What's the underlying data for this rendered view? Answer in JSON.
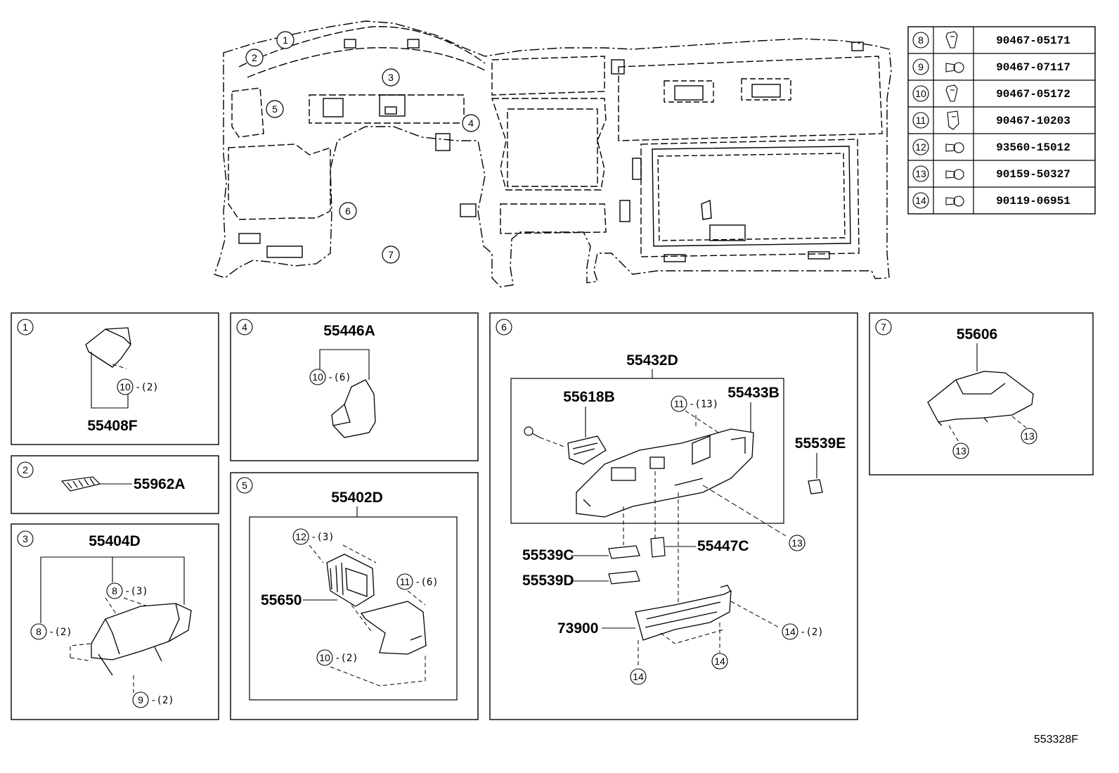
{
  "figure_id": "553328F",
  "fastener_table": [
    {
      "ref": "8",
      "part": "90467-05171"
    },
    {
      "ref": "9",
      "part": "90467-07117"
    },
    {
      "ref": "10",
      "part": "90467-05172"
    },
    {
      "ref": "11",
      "part": "90467-10203"
    },
    {
      "ref": "12",
      "part": "93560-15012"
    },
    {
      "ref": "13",
      "part": "90159-50327"
    },
    {
      "ref": "14",
      "part": "90119-06951"
    }
  ],
  "overview_callouts": [
    "1",
    "2",
    "3",
    "4",
    "5",
    "6",
    "7"
  ],
  "panels": {
    "p1": {
      "num": "1",
      "part": "55408F",
      "fastener": "10",
      "qty": "-(2)"
    },
    "p2": {
      "num": "2",
      "part": "55962A"
    },
    "p3": {
      "num": "3",
      "part": "55404D",
      "f8a": "8",
      "f8a_qty": "-(3)",
      "f8b": "8",
      "f8b_qty": "-(2)",
      "f9": "9",
      "f9_qty": "-(2)"
    },
    "p4": {
      "num": "4",
      "part": "55446A",
      "fastener": "10",
      "qty": "-(6)"
    },
    "p5": {
      "num": "5",
      "part_assy": "55402D",
      "part_vent": "55650",
      "f12": "12",
      "f12_qty": "-(3)",
      "f11": "11",
      "f11_qty": "-(6)",
      "f10": "10",
      "f10_qty": "-(2)"
    },
    "p6": {
      "num": "6",
      "part_assy": "55432D",
      "part_a": "55618B",
      "part_b": "55433B",
      "part_c": "55539E",
      "part_d": "55539C",
      "part_e": "55447C",
      "part_f": "55539D",
      "part_g": "73900",
      "f11": "11",
      "f11_qty": "-(13)",
      "f13": "13",
      "f14a": "14",
      "f14a_qty": "-(2)",
      "f14b": "14",
      "f14c": "14"
    },
    "p7": {
      "num": "7",
      "part": "55606",
      "f13a": "13",
      "f13b": "13"
    }
  }
}
